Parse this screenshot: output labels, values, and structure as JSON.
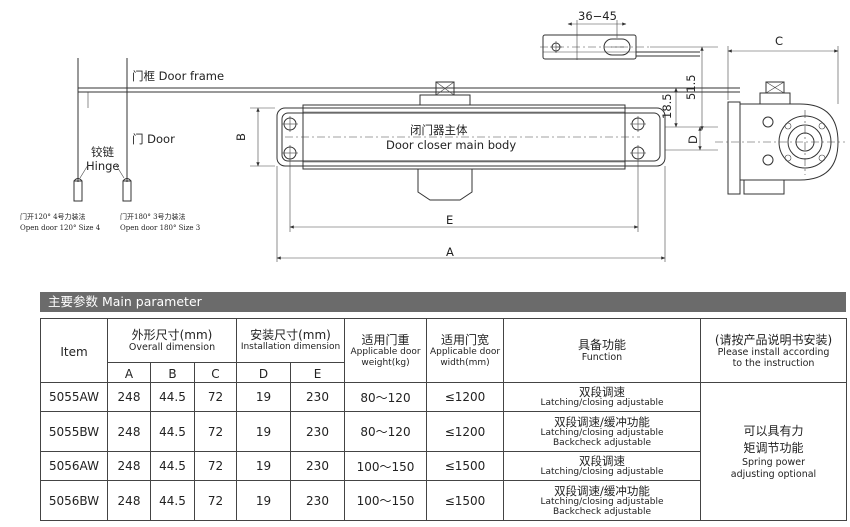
{
  "drawing": {
    "dim_36_45": "36−45",
    "dim_C": "C",
    "dim_51_5": "51.5",
    "dim_18_5": "18.5",
    "dim_D": "D",
    "dim_B": "B",
    "dim_E": "E",
    "dim_A": "A",
    "door_frame": "门框 Door frame",
    "door": "门 Door",
    "hinge_cn": "铰链",
    "hinge_en": "Hinge",
    "body_cn": "闭门器主体",
    "body_en": "Door closer main body",
    "open120_cn": "门开120° 4号力装法",
    "open120_en": "Open door 120° Size 4",
    "open180_cn": "门开180° 3号力装法",
    "open180_en": "Open door 180° Size 3"
  },
  "table": {
    "title": "主要参数 Main parameter",
    "h_item": "Item",
    "h_overall_cn": "外形尺寸(mm)",
    "h_overall_en": "Overall dimension",
    "h_install_cn": "安装尺寸(mm)",
    "h_install_en": "Installation dimension",
    "h_weight_cn": "适用门重",
    "h_weight_en1": "Applicable door",
    "h_weight_en2": "weight(kg)",
    "h_width_cn": "适用门宽",
    "h_width_en1": "Applicable door",
    "h_width_en2": "width(mm)",
    "h_function_cn": "具备功能",
    "h_function_en": "Function",
    "h_note_cn": "(请按产品说明书安装)",
    "h_note_en1": "Please install according",
    "h_note_en2": "to the instruction",
    "sub_A": "A",
    "sub_B": "B",
    "sub_C": "C",
    "sub_D": "D",
    "sub_E": "E",
    "note_cn1": "可以具有力",
    "note_cn2": "矩调节功能",
    "note_en1": "Spring power",
    "note_en2": "adjusting optional",
    "rows": [
      {
        "item": "5055AW",
        "a": "248",
        "b": "44.5",
        "c": "72",
        "d": "19",
        "e": "230",
        "weight": "80～120",
        "width": "≤1200",
        "fn_cn": "双段调速",
        "fn_en1": "Latching/closing adjustable",
        "fn_en2": ""
      },
      {
        "item": "5055BW",
        "a": "248",
        "b": "44.5",
        "c": "72",
        "d": "19",
        "e": "230",
        "weight": "80～120",
        "width": "≤1200",
        "fn_cn": "双段调速/缓冲功能",
        "fn_en1": "Latching/closing adjustable",
        "fn_en2": "Backcheck adjustable"
      },
      {
        "item": "5056AW",
        "a": "248",
        "b": "44.5",
        "c": "72",
        "d": "19",
        "e": "230",
        "weight": "100～150",
        "width": "≤1500",
        "fn_cn": "双段调速",
        "fn_en1": "Latching/closing adjustable",
        "fn_en2": ""
      },
      {
        "item": "5056BW",
        "a": "248",
        "b": "44.5",
        "c": "72",
        "d": "19",
        "e": "230",
        "weight": "100～150",
        "width": "≤1500",
        "fn_cn": "双段调速/缓冲功能",
        "fn_en1": "Latching/closing adjustable",
        "fn_en2": "Backcheck adjustable"
      }
    ]
  }
}
